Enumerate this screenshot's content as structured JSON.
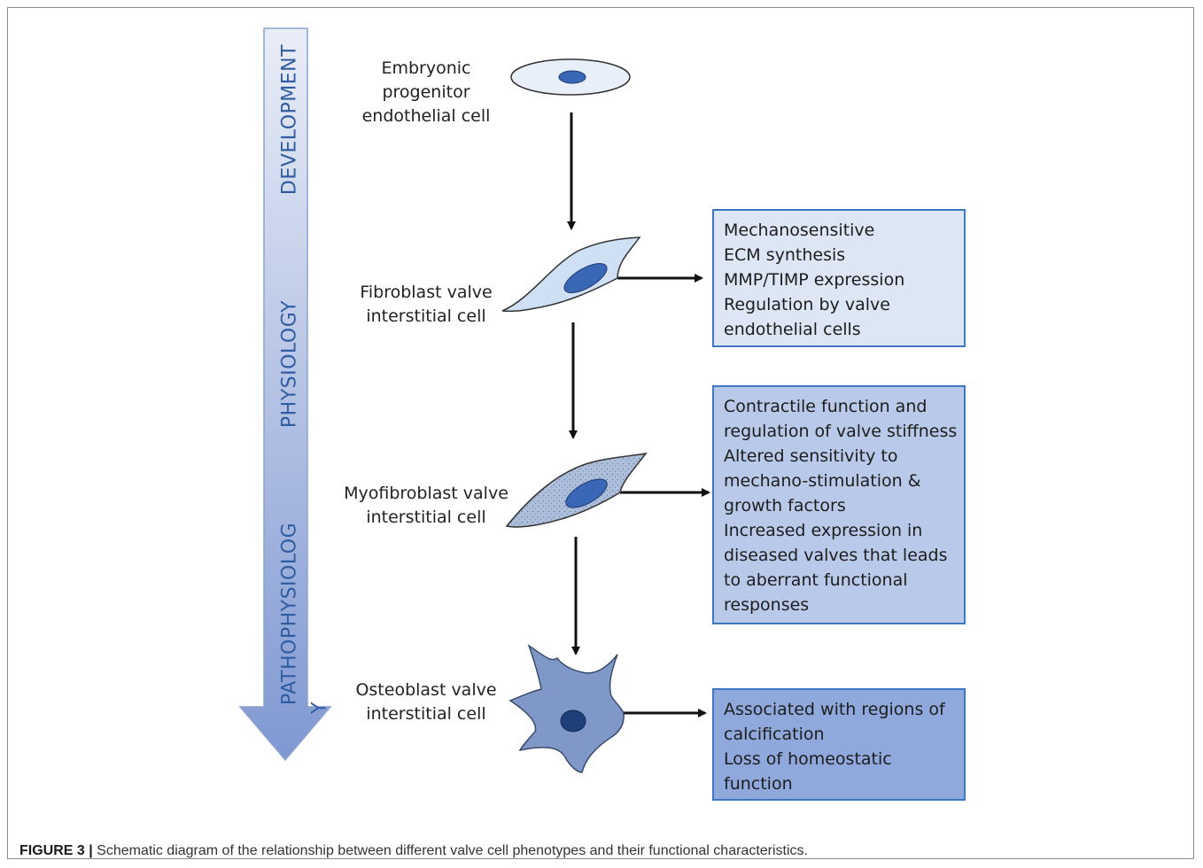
{
  "stages": [
    "DEVELOPMENT",
    "PHYSIOLOGY",
    "PATHOPHYSIOLOG",
    "Y"
  ],
  "cells": [
    {
      "label_lines": [
        "Embryonic",
        "progenitor",
        "endothelial cell"
      ]
    },
    {
      "label_lines": [
        "Fibroblast valve",
        "interstitial cell"
      ]
    },
    {
      "label_lines": [
        "Myofibroblast valve",
        "interstitial cell"
      ]
    },
    {
      "label_lines": [
        "Osteoblast valve",
        "interstitial cell"
      ]
    }
  ],
  "boxes": [
    {
      "lines": [
        "Mechanosensitive",
        "ECM synthesis",
        "MMP/TIMP expression",
        "Regulation by valve",
        "endothelial cells"
      ],
      "fill": "#dce6f5"
    },
    {
      "lines": [
        "Contractile function and",
        "regulation of valve stiffness",
        "Altered sensitivity to",
        "mechano-stimulation &",
        "growth factors",
        "Increased expression in",
        "diseased valves that leads",
        "to aberrant functional",
        "responses"
      ],
      "fill": "#b9c9ea"
    },
    {
      "lines": [
        "Associated with regions of",
        "calcification",
        "Loss of homeostatic",
        "function"
      ],
      "fill": "#8fa9dc"
    }
  ],
  "caption": {
    "label": "FIGURE 3 |",
    "text": " Schematic diagram of the relationship between different valve cell phenotypes and their functional characteristics."
  },
  "colors": {
    "accent": "#2f5da3",
    "arrow_top": "#e9edf6",
    "arrow_bottom": "#7f98d2",
    "nucleus": "#3a66b6",
    "cell_light": "#e9eff8",
    "cell_fibroblast": "#cfe0f5",
    "cell_myofibroblast": "#aebfdc",
    "cell_osteoblast": "#7f98c7"
  }
}
